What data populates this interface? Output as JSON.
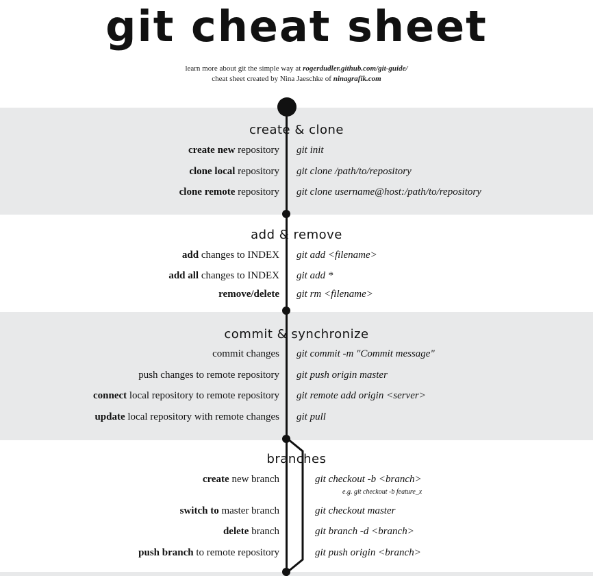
{
  "header": {
    "title": "git cheat sheet",
    "credit_line1_prefix": "learn more about git the simple way at ",
    "credit_line1_link": "rogerdudler.github.com/git-guide/",
    "credit_line2_prefix": "cheat sheet created by Nina Jaeschke of ",
    "credit_line2_link": "ninagrafik.com"
  },
  "sections": {
    "create_clone": {
      "title": "create & clone",
      "rows": [
        {
          "bold": "create new",
          "rest": " repository",
          "command": "git init"
        },
        {
          "bold": "clone local",
          "rest": " repository",
          "command": "git clone /path/to/repository"
        },
        {
          "bold": "clone remote",
          "rest": " repository",
          "command": "git clone username@host:/path/to/repository"
        }
      ]
    },
    "add_remove": {
      "title": "add & remove",
      "rows": [
        {
          "bold": "add",
          "rest": " changes to INDEX",
          "command": "git add <filename>"
        },
        {
          "bold": "add all",
          "rest": " changes to INDEX",
          "command": "git add *"
        },
        {
          "bold": "remove/delete",
          "rest": "",
          "command": "git rm <filename>"
        }
      ]
    },
    "commit_sync": {
      "title": "commit & synchronize",
      "rows": [
        {
          "bold": "",
          "rest": "commit changes",
          "command": "git commit -m \"Commit message\""
        },
        {
          "bold": "",
          "rest": "push changes to remote repository",
          "command": "git push origin master"
        },
        {
          "bold": "connect",
          "rest": " local repository to remote repository",
          "command": "git remote add origin <server>"
        },
        {
          "bold": "update",
          "rest": " local repository with remote changes",
          "command": "git pull"
        }
      ]
    },
    "branches": {
      "title": "branches",
      "rows": [
        {
          "bold": "create",
          "rest": " new branch",
          "command": "git checkout -b <branch>",
          "note": "e.g. git checkout -b feature_x"
        },
        {
          "bold": "switch to",
          "rest": " master branch",
          "command": "git checkout master"
        },
        {
          "bold": "delete",
          "rest": " branch",
          "command": "git branch -d <branch>"
        },
        {
          "bold": "push branch",
          "rest": " to remote repository",
          "command": "git push origin <branch>"
        }
      ]
    }
  },
  "colors": {
    "band": "#e8e9ea",
    "ink": "#111111"
  }
}
